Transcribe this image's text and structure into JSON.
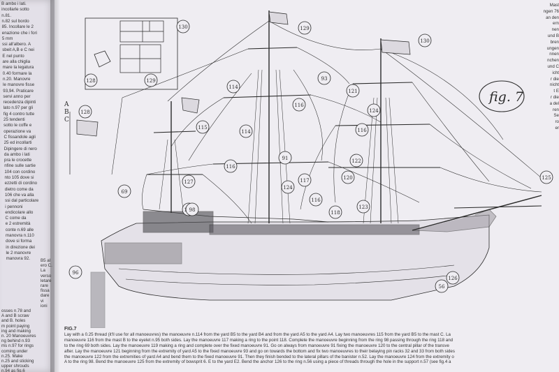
{
  "left_column": {
    "top_lines": [
      "B ambo i lati.",
      "incollarle sotto",
      "n.81.",
      "n.82 sul bordo",
      "85. Incollare le 2",
      "enazione che i fori",
      "5 mm",
      "ssi all'albero. A",
      "sbeit A,B e C nei",
      "E nel punto",
      "are alla chiglia",
      "mare la legatura",
      "0.40 formare la",
      "n.20. Manovre",
      "le manovre fisse",
      "93,94. Praticare",
      "servi anno per",
      "recedenza dipinti",
      "lato n.97 per gli",
      "fig 4 contro tutte",
      "25 tendenti",
      "sotto le coffe e",
      "operazione va",
      "C fissandole agli",
      "25 ed incollarti",
      "Dipingere di nero",
      "da ambo i lati",
      "pra le crocette",
      "nfine sulle sartie",
      "104 con cordino",
      "nto 105 dove si",
      "ezzetti di cordino",
      "dietro come da",
      "106 che va alla",
      "ssi dal particolare",
      "i pennoni",
      "endicolare allo",
      "C come da",
      "e 2 estremità",
      "conte n.69 alle",
      "manovra n.110",
      "dove si forma",
      "in direzione dei",
      "le 2 manovre",
      "manovra 92."
    ],
    "bottom_lines": [
      "B5 al",
      "ero C.",
      "La",
      "verso",
      "letare",
      "rare",
      "fissa",
      "dare",
      "vi",
      "ioni",
      "osses n.78 and",
      "A and B scraw",
      "and B. holes",
      "m point paying",
      "ing and making",
      "n. 20 Manoeuvres",
      "ng behind n.93",
      "ms n.97 for rings",
      "coming under",
      "n.25. Make",
      "n.25 and sticking",
      "upper shrouds",
      "n.94 as fig.6"
    ]
  },
  "header_vertical": [
    "Mast",
    "ngen 76",
    "an den",
    "ern",
    "nen",
    "und B",
    "bren",
    "ungen",
    "nnen",
    "nchen",
    "und C",
    "icht",
    "r die",
    "nicht",
    "t E",
    "r die",
    "a del",
    "ren",
    "Se",
    "ro",
    "er"
  ],
  "figure": {
    "label": "fig. 7",
    "callouts": [
      "129",
      "130",
      "130",
      "128",
      "129",
      "128",
      "114",
      "93",
      "116",
      "121",
      "124",
      "116",
      "115",
      "114",
      "116",
      "127",
      "91",
      "117",
      "122",
      "124",
      "116",
      "118",
      "120",
      "123",
      "125",
      "127",
      "98",
      "69",
      "96",
      "56",
      "126"
    ],
    "flag_letters": [
      "A",
      "B",
      "C"
    ]
  },
  "caption": {
    "title": "FIG.7",
    "lines": [
      "Lay with a 0.25 thread (it'll use for all manoeuvres) the manoeuvre n.114 from the yard B5 to the yard B4 and from the yard A5 to the yard A4. Lay two manoeuvres 115 from the yard B5 to the mast C. La",
      "manoeuvre 116 from the mast B to the eyelet n.95 both sides. Lay the manoeuvre 117 making a ring to the point 118. Complete the manoeuvre beginning from the ring 98 passing through the ring 118 and",
      "to the ring 69 both sides. Lay the manoeuvre 119 making a ring and complete over the fixed manoeuvre 91. Go on always from manoeuvre 91 fixing the manoeuvre 120 to the central pillar of the transve",
      "after. Lay the manoeuvre 121 beginning from the extremity of yard A5 to the fixed manoeuvre 93 and go on towards the bottom and fix two manoeuvres to their belaying pin racks 32 and 33 from both sides",
      "the manoeuvre 122 from the extremities of yard A4 and bend them to the fixed manoeuvre 91. Then they finish bended to the lateral pillars of the banister n.52. Lay the manoeuvre 124 from the extremity o",
      "A to the ring 98. Bend the manoeuvre 125 from the extremity of bowsprit 6. E to the yard E2. Bend the anchor 126 to the ring n.56 using a piece of threads through the hole in the support n.57 (see fig.4 a"
    ]
  }
}
